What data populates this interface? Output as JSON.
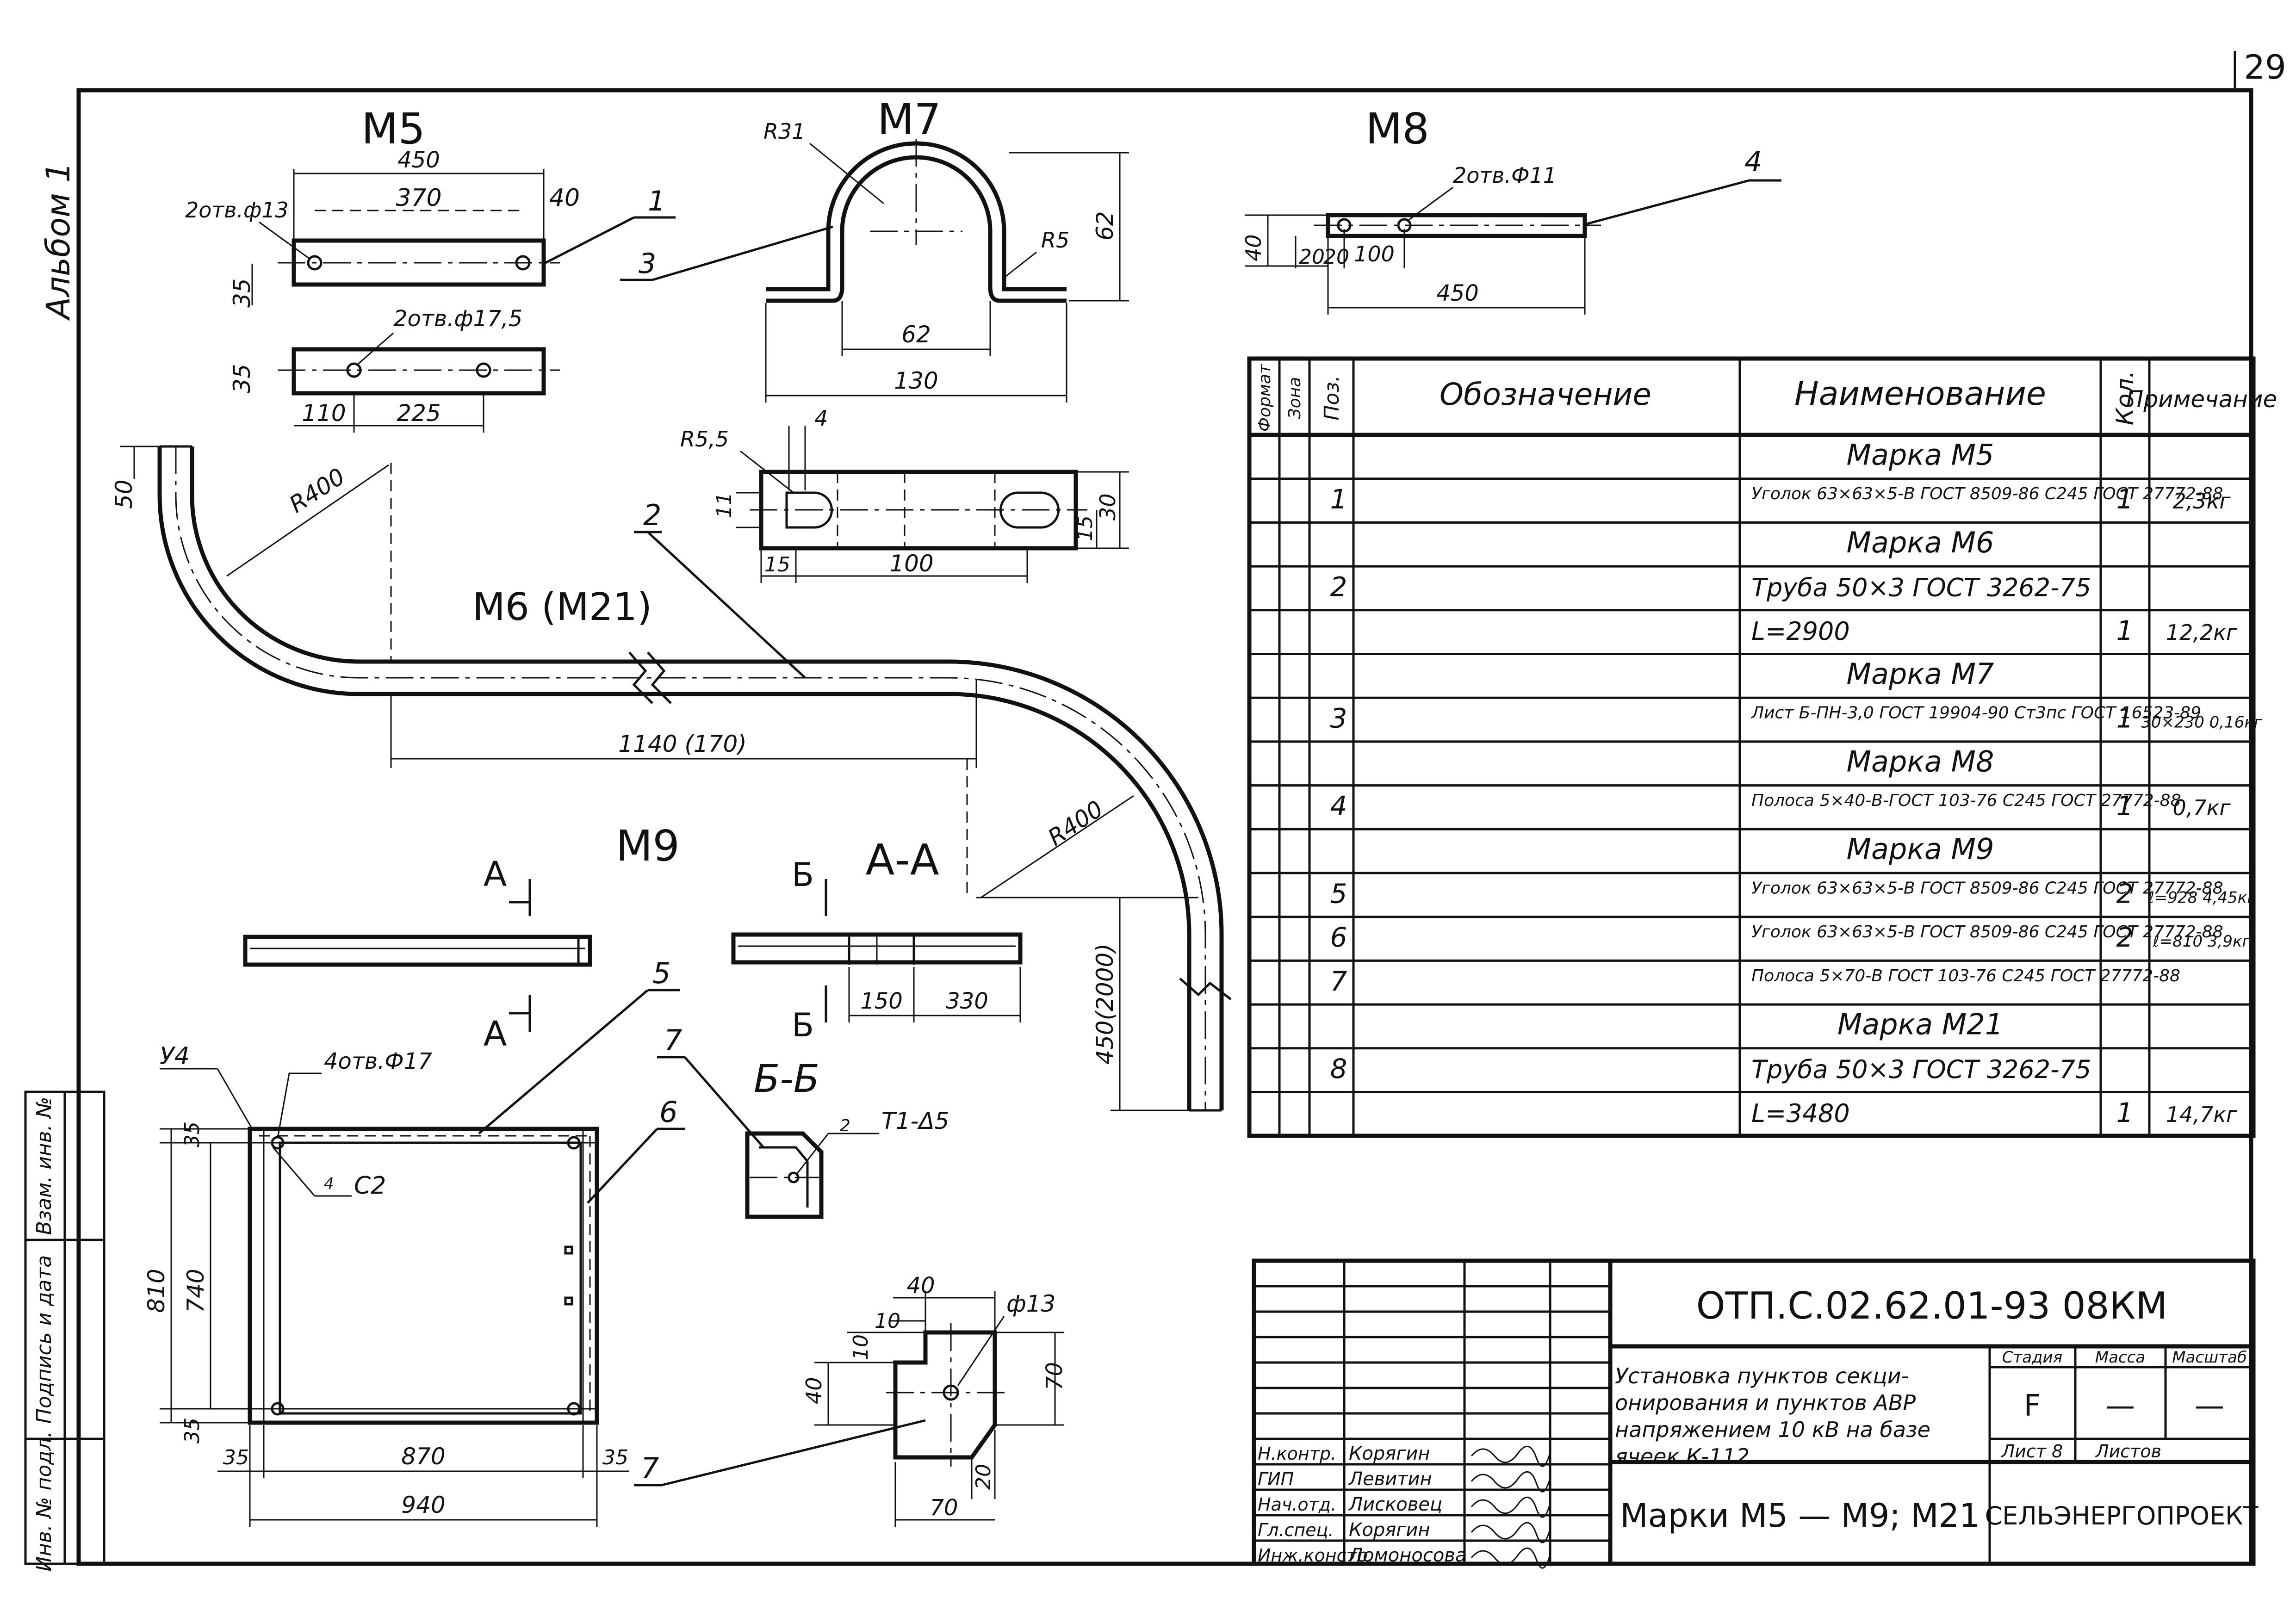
{
  "sheet": {
    "page_number": "29",
    "album": "Альбом 1",
    "code": "ОТП.С.02.62.01-93  08КМ",
    "title": "Установка пунктов секционирования и пунктов АВР напряжением 10 кВ на базе ячеек К-112",
    "subtitle": "Марки М5 — М9; М21",
    "organization": "СЕЛЬЭНЕРГОПРОЕКТ",
    "stage_label": "Стадия",
    "mass_label": "Масса",
    "scale_label": "Масштаб",
    "stage_value": "F",
    "mass_value": "—",
    "scale_value": "—",
    "sheet_label": "Лист 8",
    "sheets_label": "Листов",
    "side_labels": [
      "Взам. инв. №",
      "Подпись и дата",
      "Инв. № подл."
    ],
    "signatures": [
      {
        "role": "Н.контр.",
        "name": "Корягин"
      },
      {
        "role": "ГИП",
        "name": "Левитин"
      },
      {
        "role": "Нач.отд.",
        "name": "Лисковец"
      },
      {
        "role": "Гл.спец.",
        "name": "Корягин"
      },
      {
        "role": "Инж.констр.",
        "name": "Ломоносова"
      }
    ]
  },
  "views": {
    "m5": {
      "title": "М5",
      "dims": [
        "450",
        "370",
        "40",
        "35",
        "35",
        "110",
        "225"
      ],
      "holes_top": "2отв.ф13",
      "holes_bottom": "2отв.ф17,5",
      "pos": "1"
    },
    "m7": {
      "title": "М7",
      "dims": [
        "62",
        "130",
        "62"
      ],
      "r1": "R31",
      "r2": "R5",
      "pos": "3"
    },
    "m8": {
      "title": "М8",
      "holes": "2отв.Ф11",
      "dims": [
        "40",
        "20",
        "20",
        "100",
        "450"
      ],
      "pos": "4"
    },
    "m6": {
      "title": "М6 (М21)",
      "r_top": "R400",
      "r_bottom": "R400",
      "d_top": "50",
      "d_len": "1140 (170)",
      "d_vert": "450(2000)",
      "pos": "2"
    },
    "m6_detail": {
      "r": "R5,5",
      "d4": "4",
      "d11": "11",
      "d15a": "15",
      "d30": "30",
      "d15b": "15",
      "d100": "100"
    },
    "m9": {
      "title": "М9",
      "sec_a": "А",
      "sec_aa": "А-А",
      "sec_b": "Б",
      "sec_bb": "Б-Б",
      "d150": "150",
      "d330": "330",
      "weld_y4": "У4",
      "weld_t1": "Т1-Δ5",
      "weld_c2": "С2",
      "holes": "4отв.Ф17",
      "pos5": "5",
      "pos6": "6",
      "pos7a": "7",
      "pos7b": "7",
      "d35a": "35",
      "d810": "810",
      "d740": "740",
      "d35b": "35",
      "d35c": "35",
      "d870": "870",
      "d35d": "35",
      "d940": "940",
      "weld_num": "2",
      "weld_num2": "4"
    },
    "m9_plate": {
      "d40a": "40",
      "d10a": "10",
      "d10b": "10",
      "d40b": "40",
      "phi": "ф13",
      "d70a": "70",
      "d20": "20",
      "d70b": "70"
    }
  },
  "table": {
    "headers": {
      "format": "Формат",
      "zone": "Зона",
      "pos": "Поз.",
      "designation": "Обозначение",
      "name": "Наименование",
      "qty": "Кол.",
      "note": "Примечание"
    },
    "rows": [
      {
        "pos": "",
        "name": "Марка М5",
        "qty": "",
        "note": "",
        "kind": "heading"
      },
      {
        "pos": "1",
        "name": "Уголок 63×63×5-В ГОСТ 8509-86 / С245 ГОСТ 27772-88",
        "qty": "1",
        "note": "2,3кг",
        "kind": "item"
      },
      {
        "pos": "",
        "name": "Марка М6",
        "qty": "",
        "note": "",
        "kind": "heading"
      },
      {
        "pos": "2",
        "name": "Труба 50×3 ГОСТ 3262-75",
        "qty": "",
        "note": "",
        "kind": "item"
      },
      {
        "pos": "",
        "name": "L=2900",
        "qty": "1",
        "note": "12,2кг",
        "kind": "item"
      },
      {
        "pos": "",
        "name": "Марка М7",
        "qty": "",
        "note": "",
        "kind": "heading"
      },
      {
        "pos": "3",
        "name": "Лист Б-ПН-3,0 ГОСТ 19904-90 / Ст3пс ГОСТ 16523-89",
        "qty": "1",
        "note": "30×230 0,16кг",
        "kind": "item"
      },
      {
        "pos": "",
        "name": "Марка М8",
        "qty": "",
        "note": "",
        "kind": "heading"
      },
      {
        "pos": "4",
        "name": "Полоса 5×40-В-ГОСТ 103-76 / С245 ГОСТ 27772-88",
        "qty": "1",
        "note": "0,7кг",
        "kind": "item"
      },
      {
        "pos": "",
        "name": "Марка М9",
        "qty": "",
        "note": "",
        "kind": "heading"
      },
      {
        "pos": "5",
        "name": "Уголок 63×63×5-В ГОСТ 8509-86 / С245 ГОСТ 27772-88",
        "qty": "2",
        "note": "ℓ=928 4,45кг",
        "kind": "item"
      },
      {
        "pos": "6",
        "name": "Уголок 63×63×5-В ГОСТ 8509-86 / С245 ГОСТ 27772-88",
        "qty": "2",
        "note": "ℓ=810 3,9кг",
        "kind": "item"
      },
      {
        "pos": "7",
        "name": "Полоса 5×70-В ГОСТ 103-76 / С245 ГОСТ 27772-88",
        "qty": "",
        "note": "",
        "kind": "item"
      },
      {
        "pos": "",
        "name": "Марка М21",
        "qty": "",
        "note": "",
        "kind": "heading"
      },
      {
        "pos": "8",
        "name": "Труба 50×3 ГОСТ 3262-75",
        "qty": "",
        "note": "",
        "kind": "item"
      },
      {
        "pos": "",
        "name": "L=3480",
        "qty": "1",
        "note": "14,7кг",
        "kind": "item"
      }
    ]
  }
}
